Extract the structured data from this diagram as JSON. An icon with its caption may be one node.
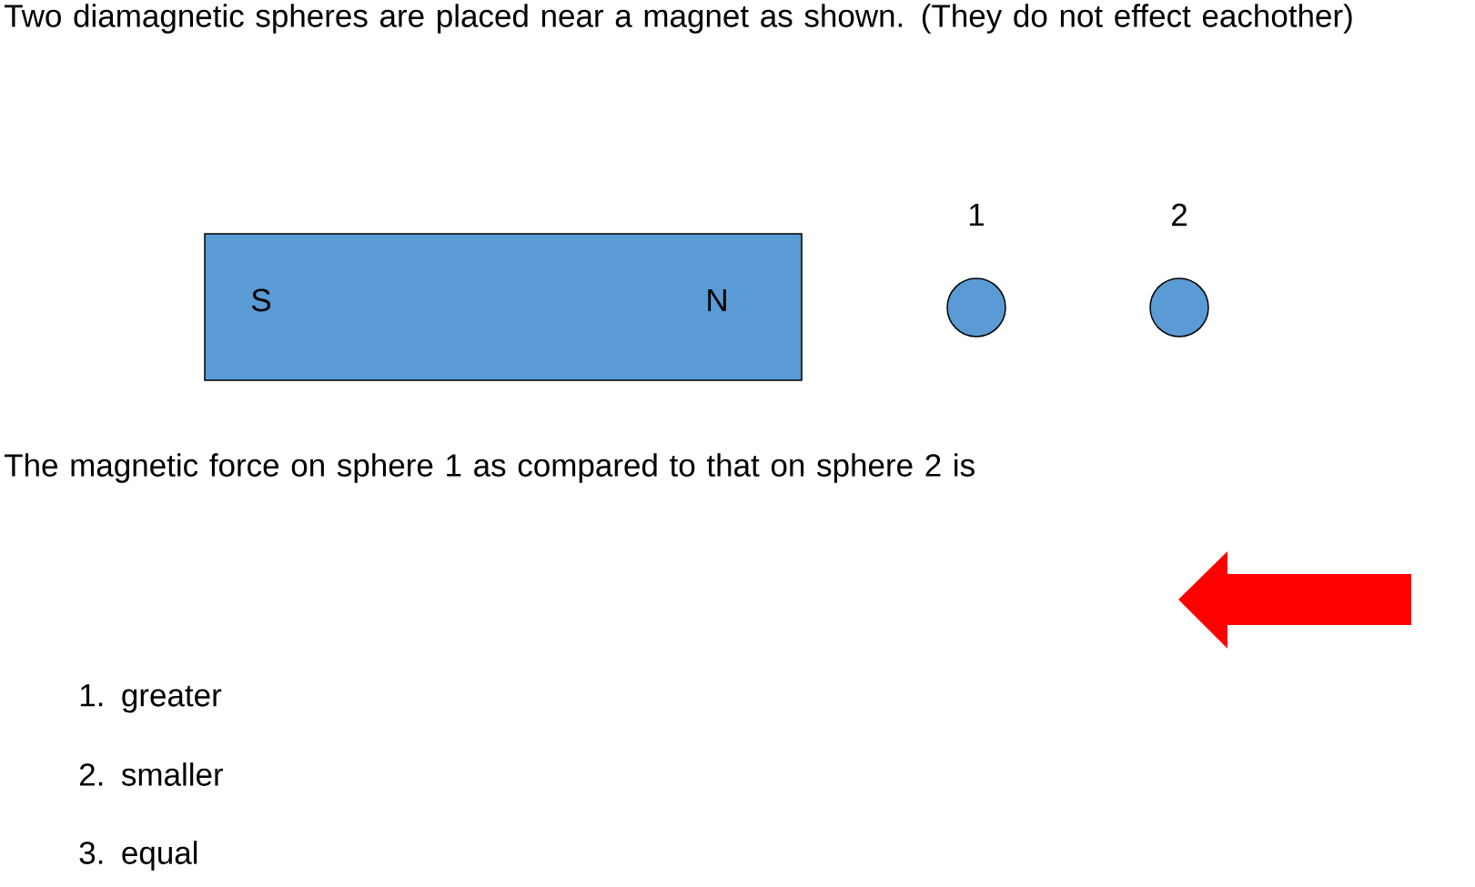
{
  "diagram": {
    "nodes": [
      {
        "text": [
          "S",
          "N"
        ]
      },
      {
        "text": [],
        "shape": "circle",
        "beside": [
          "1"
        ]
      },
      {
        "text": [],
        "shape": "circle",
        "beside": [
          "2"
        ]
      }
    ],
    "labels": [
      "Two diamagnetic spheres are placed near a magnet as shown. (They do not effect eachother)",
      "The magnetic force on sphere 1 as compared to that on sphere 2 is",
      "1. greater",
      "2. smaller",
      "3. equal"
    ]
  }
}
